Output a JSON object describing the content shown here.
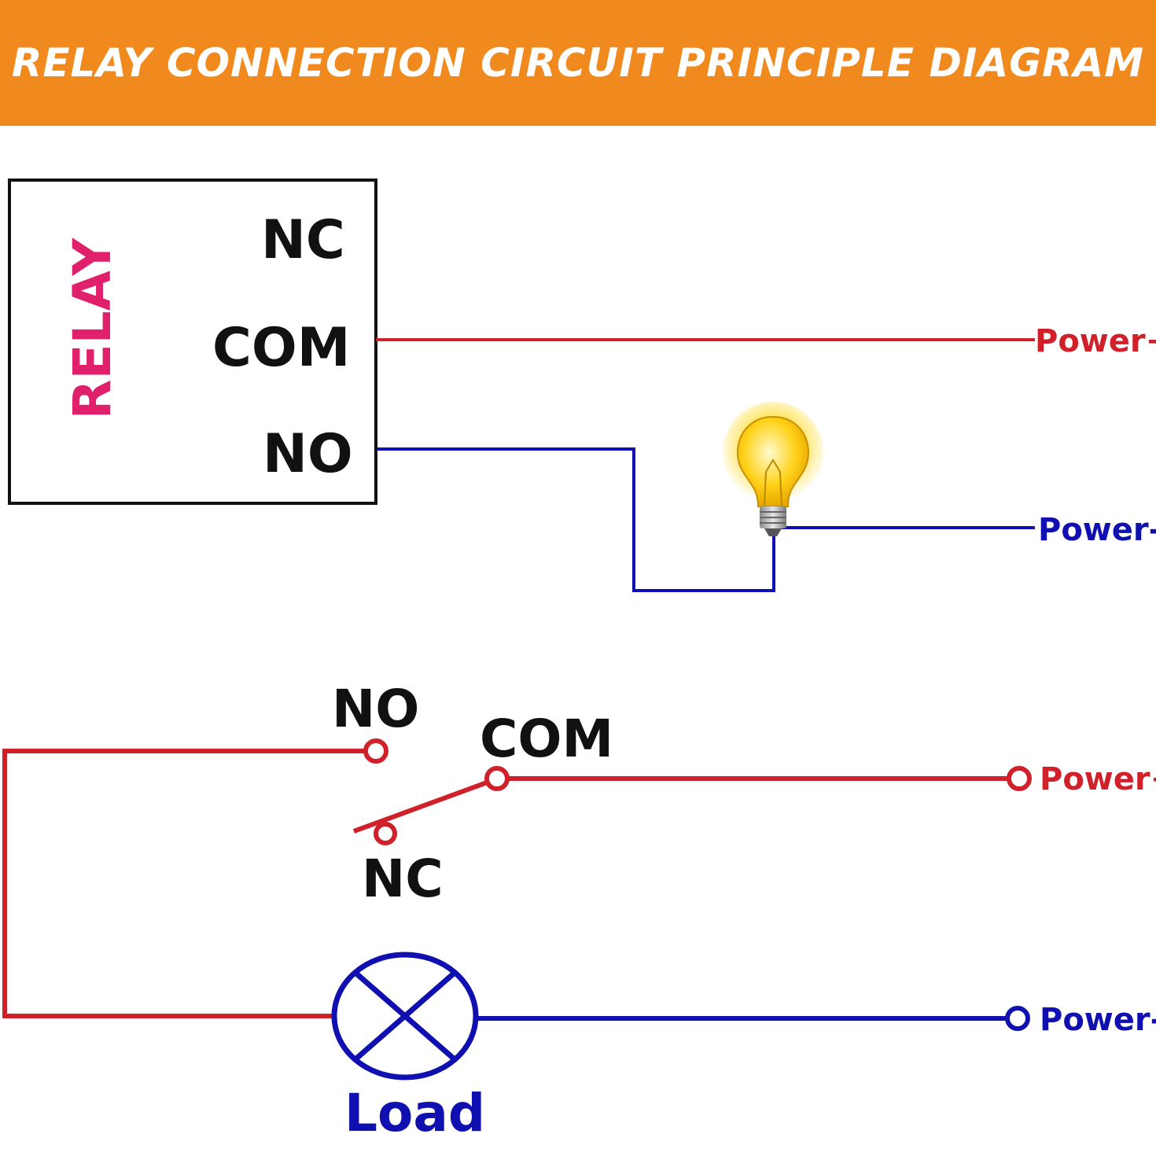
{
  "title": "RELAY CONNECTION CIRCUIT PRINCIPLE DIAGRAM",
  "colors": {
    "banner": "#f08a1e",
    "positive_wire": "#d0202a",
    "negative_wire": "#1010b0",
    "relay_label": "#e0206a"
  },
  "top_diagram": {
    "relay_label": "RELAY",
    "terminals": {
      "nc": "NC",
      "com": "COM",
      "no": "NO"
    },
    "power_plus": "Power+",
    "power_minus": "Power-",
    "load_icon": "light-bulb-icon"
  },
  "bottom_diagram": {
    "terminals": {
      "no": "NO",
      "com": "COM",
      "nc": "NC"
    },
    "power_plus": "Power+",
    "power_minus": "Power-",
    "load_label": "Load",
    "load_icon": "lamp-symbol-icon"
  }
}
